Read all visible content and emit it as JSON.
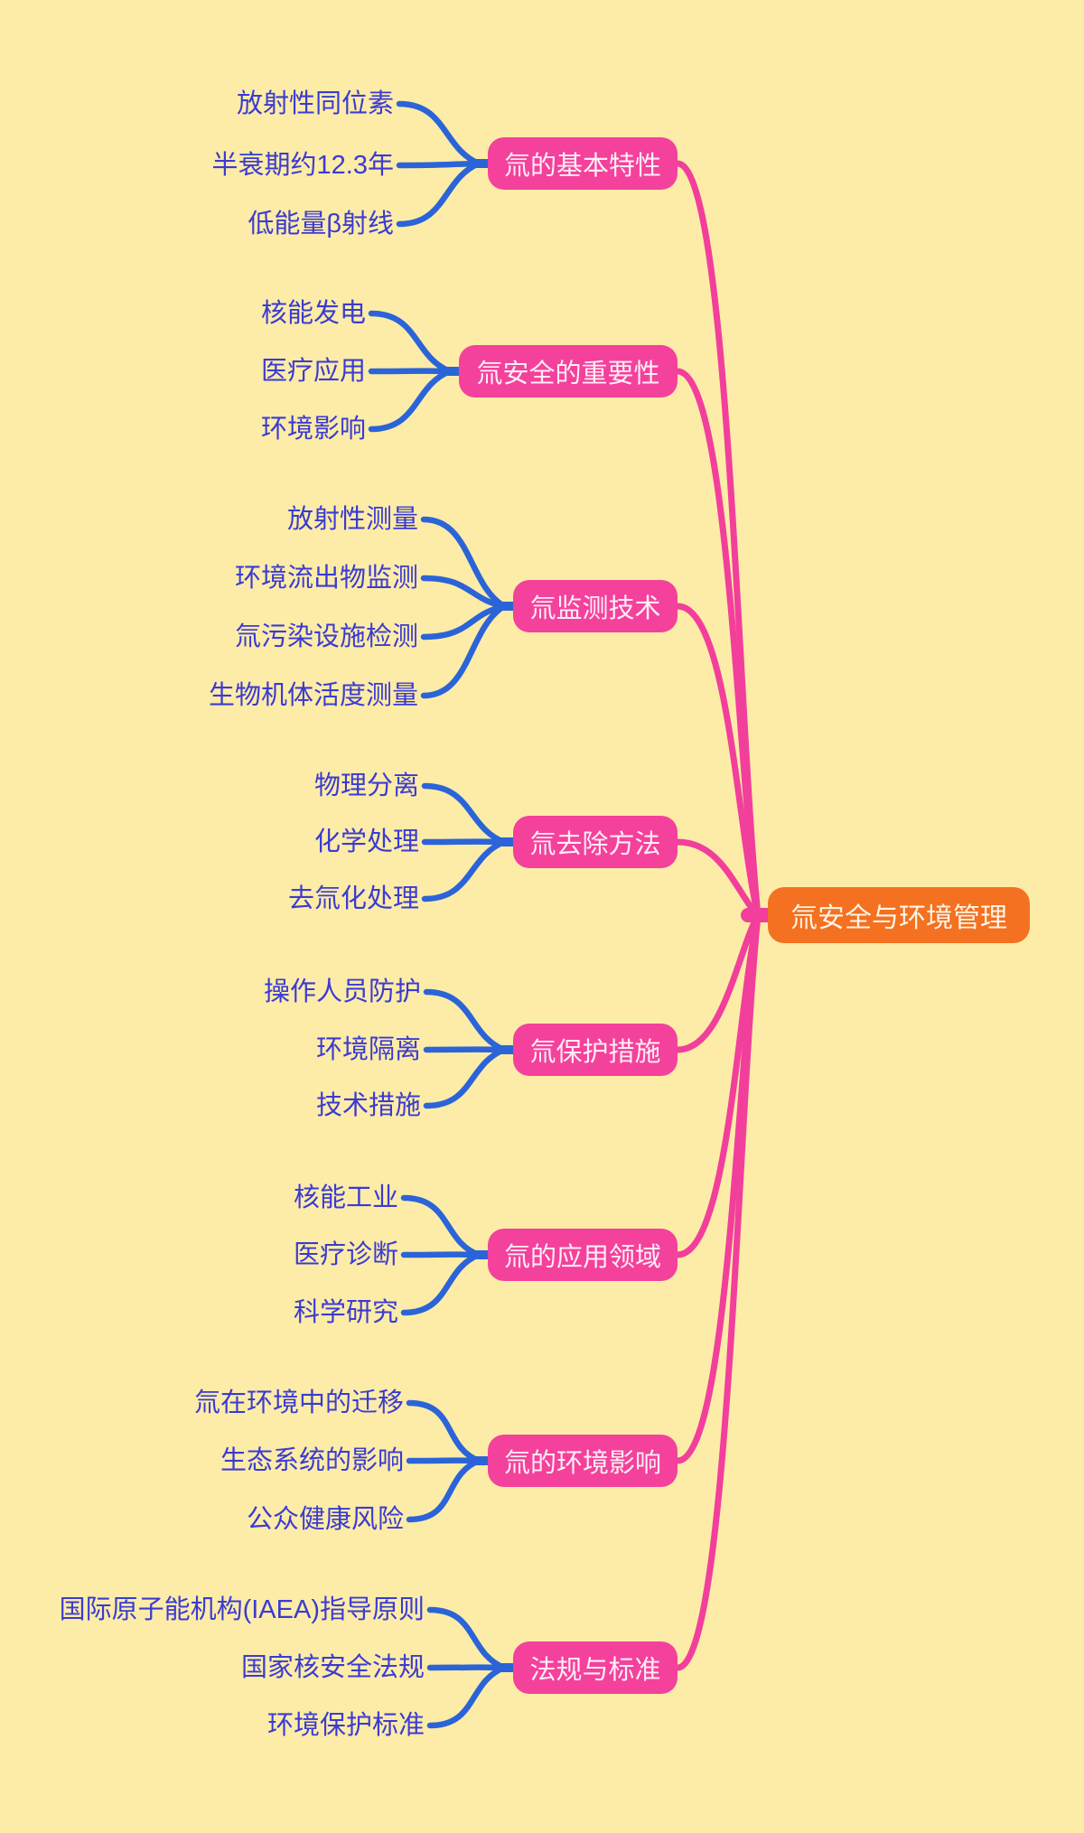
{
  "root": {
    "label": "氚安全与环境管理"
  },
  "branches": [
    {
      "label": "氚的基本特性",
      "leaves": [
        "放射性同位素",
        "半衰期约12.3年",
        "低能量β射线"
      ]
    },
    {
      "label": "氚安全的重要性",
      "leaves": [
        "核能发电",
        "医疗应用",
        "环境影响"
      ]
    },
    {
      "label": "氚监测技术",
      "leaves": [
        "放射性测量",
        "环境流出物监测",
        "氚污染设施检测",
        "生物机体活度测量"
      ]
    },
    {
      "label": "氚去除方法",
      "leaves": [
        "物理分离",
        "化学处理",
        "去氚化处理"
      ]
    },
    {
      "label": "氚保护措施",
      "leaves": [
        "操作人员防护",
        "环境隔离",
        "技术措施"
      ]
    },
    {
      "label": "氚的应用领域",
      "leaves": [
        "核能工业",
        "医疗诊断",
        "科学研究"
      ]
    },
    {
      "label": "氚的环境影响",
      "leaves": [
        "氚在环境中的迁移",
        "生态系统的影响",
        "公众健康风险"
      ]
    },
    {
      "label": "法规与标准",
      "leaves": [
        "国际原子能机构(IAEA)指导原则",
        "国家核安全法规",
        "环境保护标准"
      ]
    }
  ],
  "colors": {
    "background": "#FCECA8",
    "branch_fill": "#F4419B",
    "branch_text": "#FFEDF6",
    "root_fill": "#F37120",
    "root_text": "#FFF3E6",
    "leaf_text": "#3B3BD2",
    "leaf_connector": "#2B64D8",
    "root_connector": "#F23F9B"
  }
}
